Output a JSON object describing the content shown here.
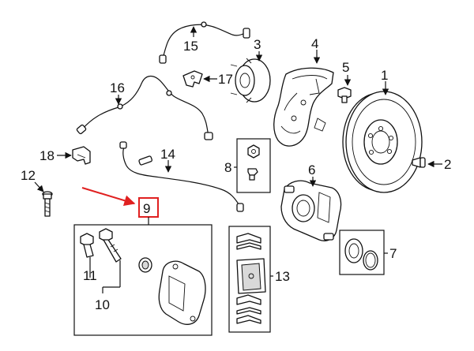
{
  "callouts": {
    "p1": "1",
    "p2": "2",
    "p3": "3",
    "p4": "4",
    "p5": "5",
    "p6": "6",
    "p7": "7",
    "p8": "8",
    "p9": "9",
    "p10": "10",
    "p11": "11",
    "p12": "12",
    "p13": "13",
    "p14": "14",
    "p15": "15",
    "p16": "16",
    "p17": "17",
    "p18": "18"
  },
  "colors": {
    "highlight": "#e02020",
    "line": "#111111"
  }
}
